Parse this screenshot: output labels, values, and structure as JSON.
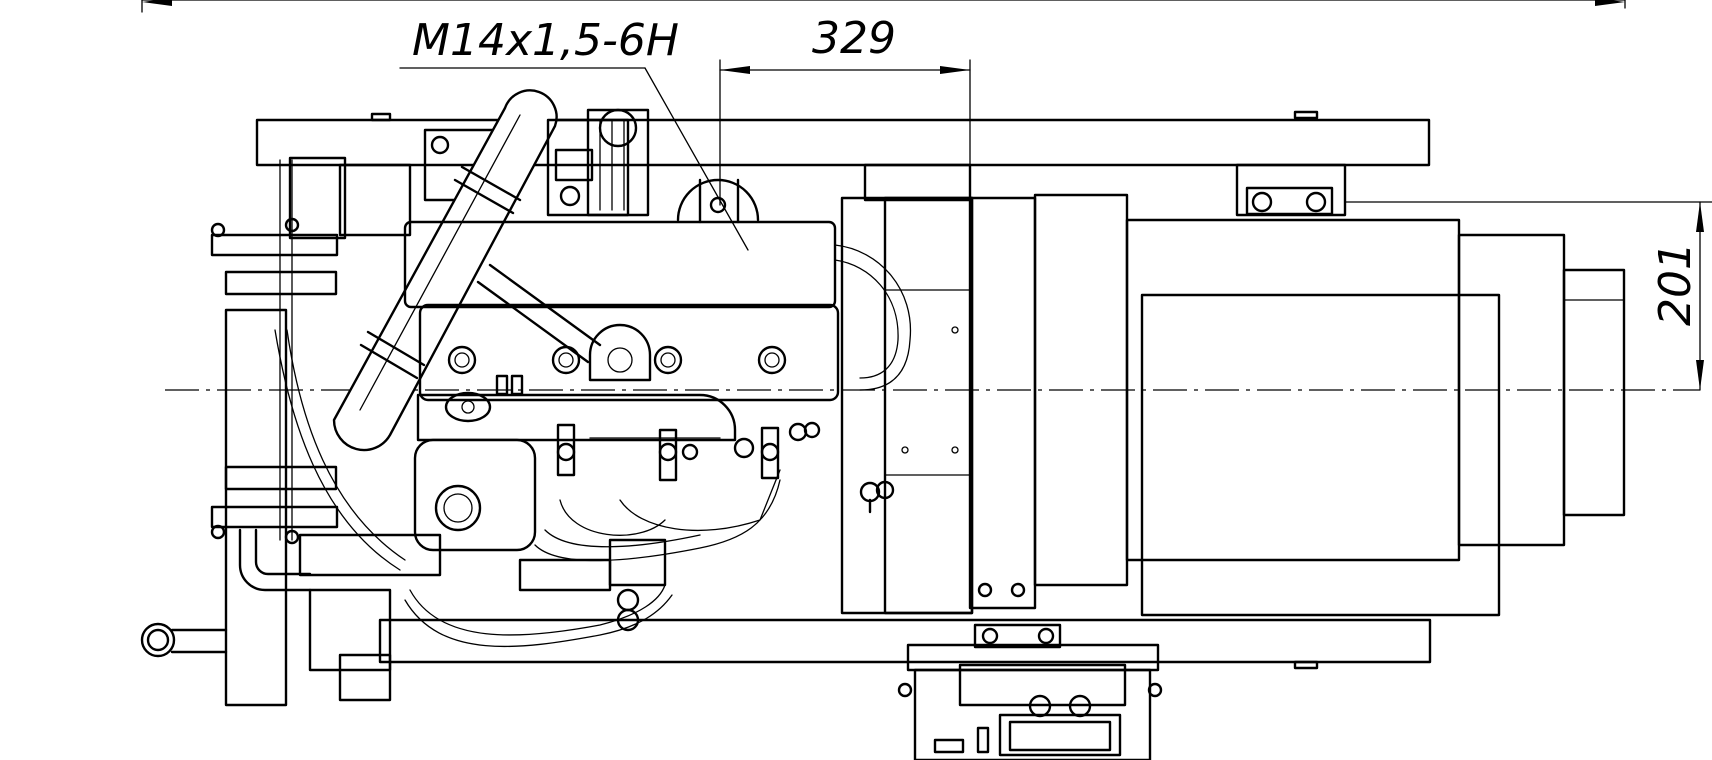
{
  "drawing": {
    "thread_callout": "M14x1,5-6H",
    "dimension_horizontal": "329",
    "dimension_vertical": "201"
  }
}
